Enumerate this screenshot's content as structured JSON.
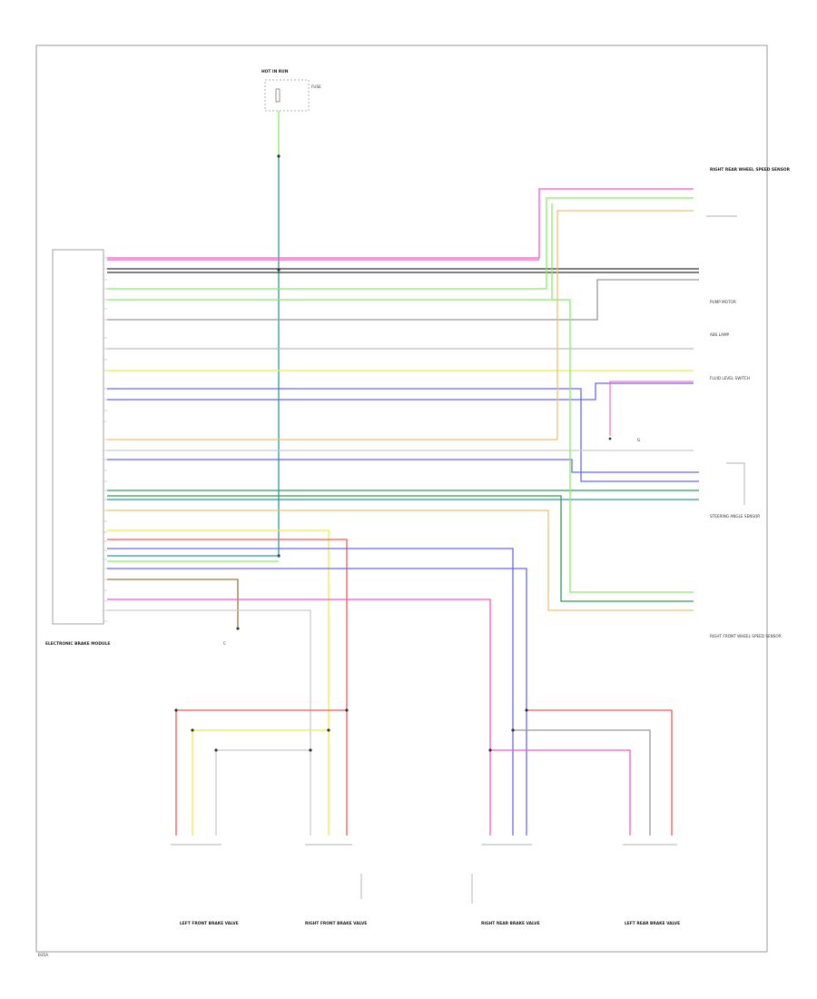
{
  "colors": {
    "pink": "#ff55cc",
    "black": "#333333",
    "green": "#88ee66",
    "gray": "#999999",
    "yellow": "#eeee44",
    "blue": "#6666ff",
    "orange": "#f0c070",
    "red": "#ff5555",
    "white": "#cccccc",
    "teal": "#2a9a9a",
    "dkgreen": "#2e9e52",
    "brown": "#9a7a3a"
  },
  "labels": {
    "fuse_box": "HOT IN RUN",
    "fuse": "FUSE",
    "module": "ELECTRONIC BRAKE MODULE",
    "rr_sensor": "RIGHT REAR WHEEL SPEED SENSOR",
    "pump_motor": "PUMP MOTOR",
    "lamp": "ABS LAMP",
    "fluid_switch": "FLUID LEVEL SWITCH",
    "ground": "G",
    "yaw_sensor": "STEERING ANGLE SENSOR",
    "rf_sensor": "RIGHT FRONT WHEEL SPEED SENSOR",
    "splice": "C",
    "lf_valve": "LEFT FRONT BRAKE VALVE",
    "rf_valve": "RIGHT FRONT BRAKE VALVE",
    "rr_valve": "RIGHT REAR BRAKE VALVE",
    "lr_valve": "LEFT REAR BRAKE VALVE",
    "footer": "B35A"
  }
}
